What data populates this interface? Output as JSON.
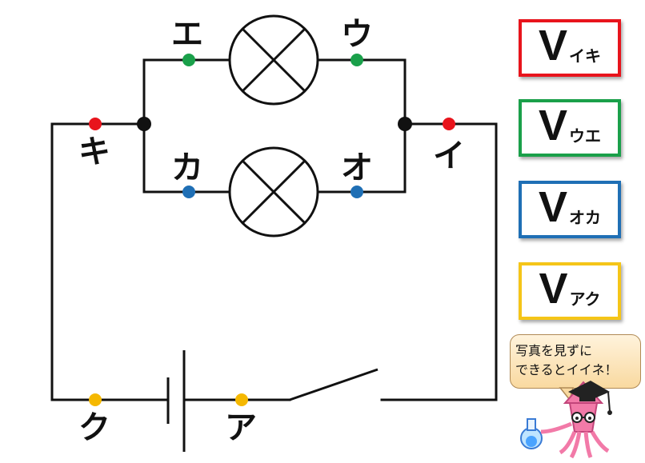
{
  "labels": {
    "e": "エ",
    "u": "ウ",
    "ki": "キ",
    "ka": "カ",
    "o": "オ",
    "i": "イ",
    "ku": "ク",
    "a": "ア"
  },
  "voltage_boxes": [
    {
      "v": "V",
      "sub": "イキ",
      "color": "#e8141c"
    },
    {
      "v": "V",
      "sub": "ウエ",
      "color": "#1aa04a"
    },
    {
      "v": "V",
      "sub": "オカ",
      "color": "#1f6fb5"
    },
    {
      "v": "V",
      "sub": "アク",
      "color": "#f5c518"
    }
  ],
  "point_colors": {
    "red": "#e8141c",
    "green": "#1aa04a",
    "blue": "#1f6fb5",
    "yellow": "#f5b800",
    "junction": "#111111"
  },
  "speech_bubble": {
    "line1": "写真を見ずに",
    "line2": "できるとイイネ！"
  },
  "icons": {
    "lamp": "lamp-symbol",
    "battery": "battery-symbol",
    "switch": "open-switch-symbol",
    "mascot": "squid-professor-mascot"
  }
}
